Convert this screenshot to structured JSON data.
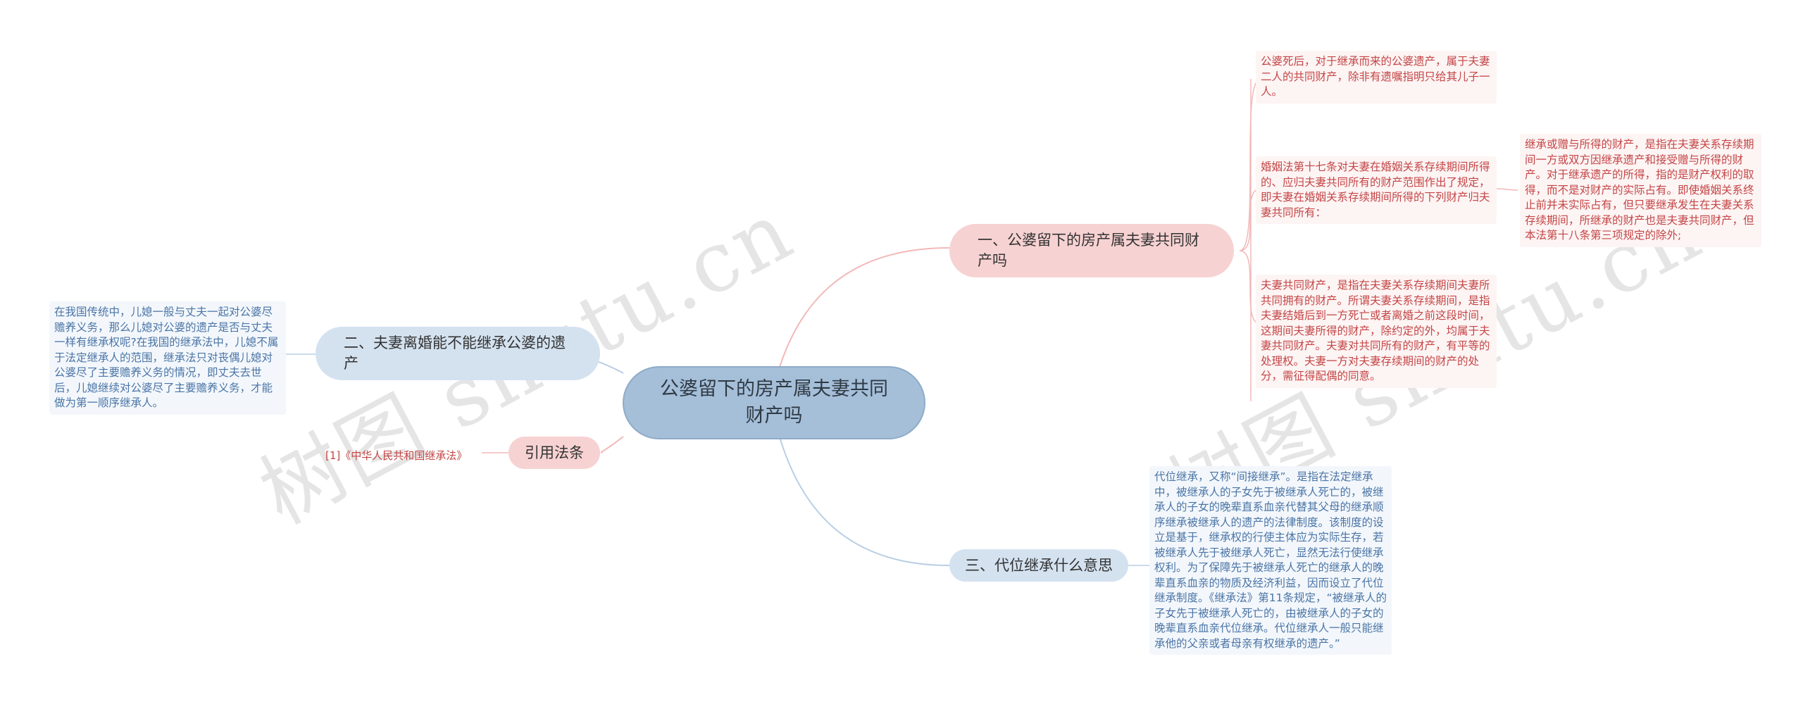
{
  "watermark": "树图 shutu.cn",
  "root": {
    "label": "公婆留下的房产属夫妻共同财产吗"
  },
  "branches": {
    "b1": {
      "label": "一、公婆留下的房产属夫妻共同财产吗"
    },
    "b2": {
      "label": "二、夫妻离婚能不能继承公婆的遗产"
    },
    "b3": {
      "label": "引用法条"
    },
    "b4": {
      "label": "三、代位继承什么意思"
    }
  },
  "notes": {
    "n1": "公婆死后，对于继承而来的公婆遗产，属于夫妻二人的共同财产，除非有遗嘱指明只给其儿子一人。",
    "n2": "婚姻法第十七条对夫妻在婚姻关系存续期间所得的、应归夫妻共同所有的财产范围作出了规定，即夫妻在婚姻关系存续期间所得的下列财产归夫妻共同所有：",
    "n2a": "继承或赠与所得的财产，是指在夫妻关系存续期间一方或双方因继承遗产和接受赠与所得的财产。对于继承遗产的所得，指的是财产权利的取得，而不是对财产的实际占有。即使婚姻关系终止前并未实际占有，但只要继承发生在夫妻关系存续期间，所继承的财产也是夫妻共同财产，但本法第十八条第三项规定的除外;",
    "n3": "夫妻共同财产，是指在夫妻关系存续期间夫妻所共同拥有的财产。所谓夫妻关系存续期间，是指夫妻结婚后到一方死亡或者离婚之前这段时间，这期间夫妻所得的财产，除约定的外，均属于夫妻共同财产。夫妻对共同所有的财产，有平等的处理权。夫妻一方对夫妻存续期间的财产的处分，需征得配偶的同意。",
    "n4": "在我国传统中，儿媳一般与丈夫一起对公婆尽赡养义务，那么儿媳对公婆的遗产是否与丈夫一样有继承权呢?在我国的继承法中，儿媳不属于法定继承人的范围，继承法只对丧偶儿媳对公婆尽了主要赡养义务的情况，即丈夫去世后，儿媳继续对公婆尽了主要赡养义务，才能做为第一顺序继承人。",
    "n5": "[1]《中华人民共和国继承法》",
    "n6": "代位继承，又称“间接继承”。是指在法定继承中，被继承人的子女先于被继承人死亡的，被继承人的子女的晚辈直系血亲代替其父母的继承顺序继承被继承人的遗产的法律制度。该制度的设立是基于，继承权的行使主体应为实际生存，若被继承人先于被继承人死亡，显然无法行使继承权利。为了保障先于被继承人死亡的继承人的晚辈直系血亲的物质及经济利益，因而设立了代位继承制度。《继承法》第11条规定，“被继承人的子女先于被继承人死亡的，由被继承人的子女的晚辈直系血亲代位继承。代位继承人一般只能继承他的父亲或者母亲有权继承的遗产。”"
  },
  "colors": {
    "root": "#a5bfd9",
    "pink_branch": "#f7d2d2",
    "blue_branch": "#d4e2f0",
    "red_text": "#c44545",
    "blue_text": "#4a74a6",
    "pink_line": "#f2b8b8",
    "blue_line": "#b9cfe4"
  }
}
